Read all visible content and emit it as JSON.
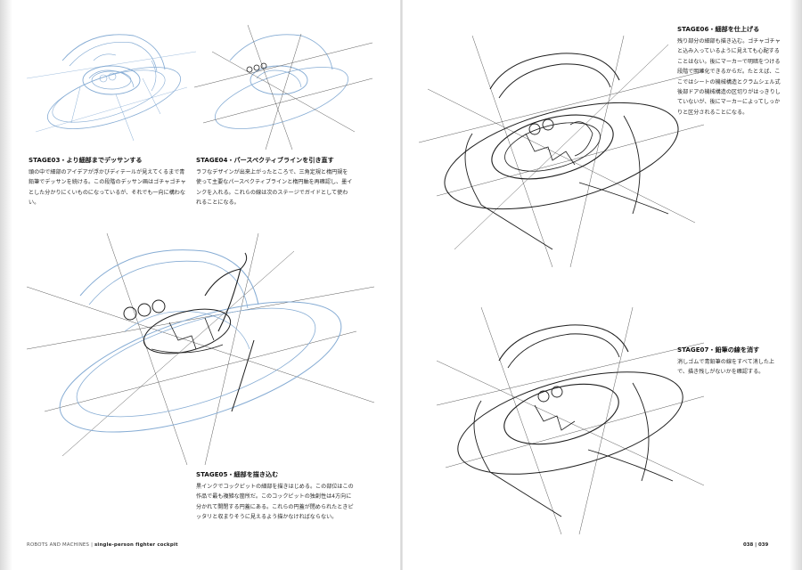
{
  "stages": {
    "s03": {
      "title": "STAGE03・より細部までデッサンする",
      "body": "頭の中で細部のアイデアが浮かびディテールが見えてくるまで青鉛筆でデッサンを続ける。この段階のデッサン画はゴチャゴチャとした分かりにくいものになっているが、それでも一向に構わない。"
    },
    "s04": {
      "title": "STAGE04・パースペクティブラインを引き直す",
      "body": "ラフなデザインが出来上がったところで、三角定規と楕円規を使って主要なパースペクティブラインと楕円軸を再確認し、墨インクを入れる。これらの線は次のステージでガイドとして使われることになる。"
    },
    "s05": {
      "title": "STAGE05・細部を描き込む",
      "body": "黒インクでコックピットの細部を描きはじめる。この部位はこの作品で最も複雑な箇所だ。このコックピットの独創性は4方向に分かれて開閉する円蓋にある。これらの円蓋が閉められたときピッタリと収まりそうに見えるよう描かなければならない。"
    },
    "s06": {
      "title": "STAGE06・細部を仕上げる",
      "body": "残り部分の細部も描き込む。ゴチャゴチャと込み入っているように見えても心配することはない。後にマーカーで明暗をつける段階で明確化できるからだ。たとえば、ここではシートの機械構造とクラムシェル式後部ドアの機械構造の区切りがはっきりしていないが、後にマーカーによってしっかりと区分されることになる。"
    },
    "s07": {
      "title": "STAGE07・鉛筆の線を消す",
      "body": "消しゴムで青鉛筆の線をすべて消した上で、描き残しがないかを確認する。"
    }
  },
  "footer": {
    "book": "ROBOTS AND MACHINES",
    "separator": " | ",
    "chapter": "single-person fighter cockpit",
    "pages": "038 | 039"
  },
  "colors": {
    "blue_pencil": "#86acd4",
    "ink": "#1e1e1e",
    "perspective_line": "#5a5a5a",
    "paper": "#ffffff"
  }
}
